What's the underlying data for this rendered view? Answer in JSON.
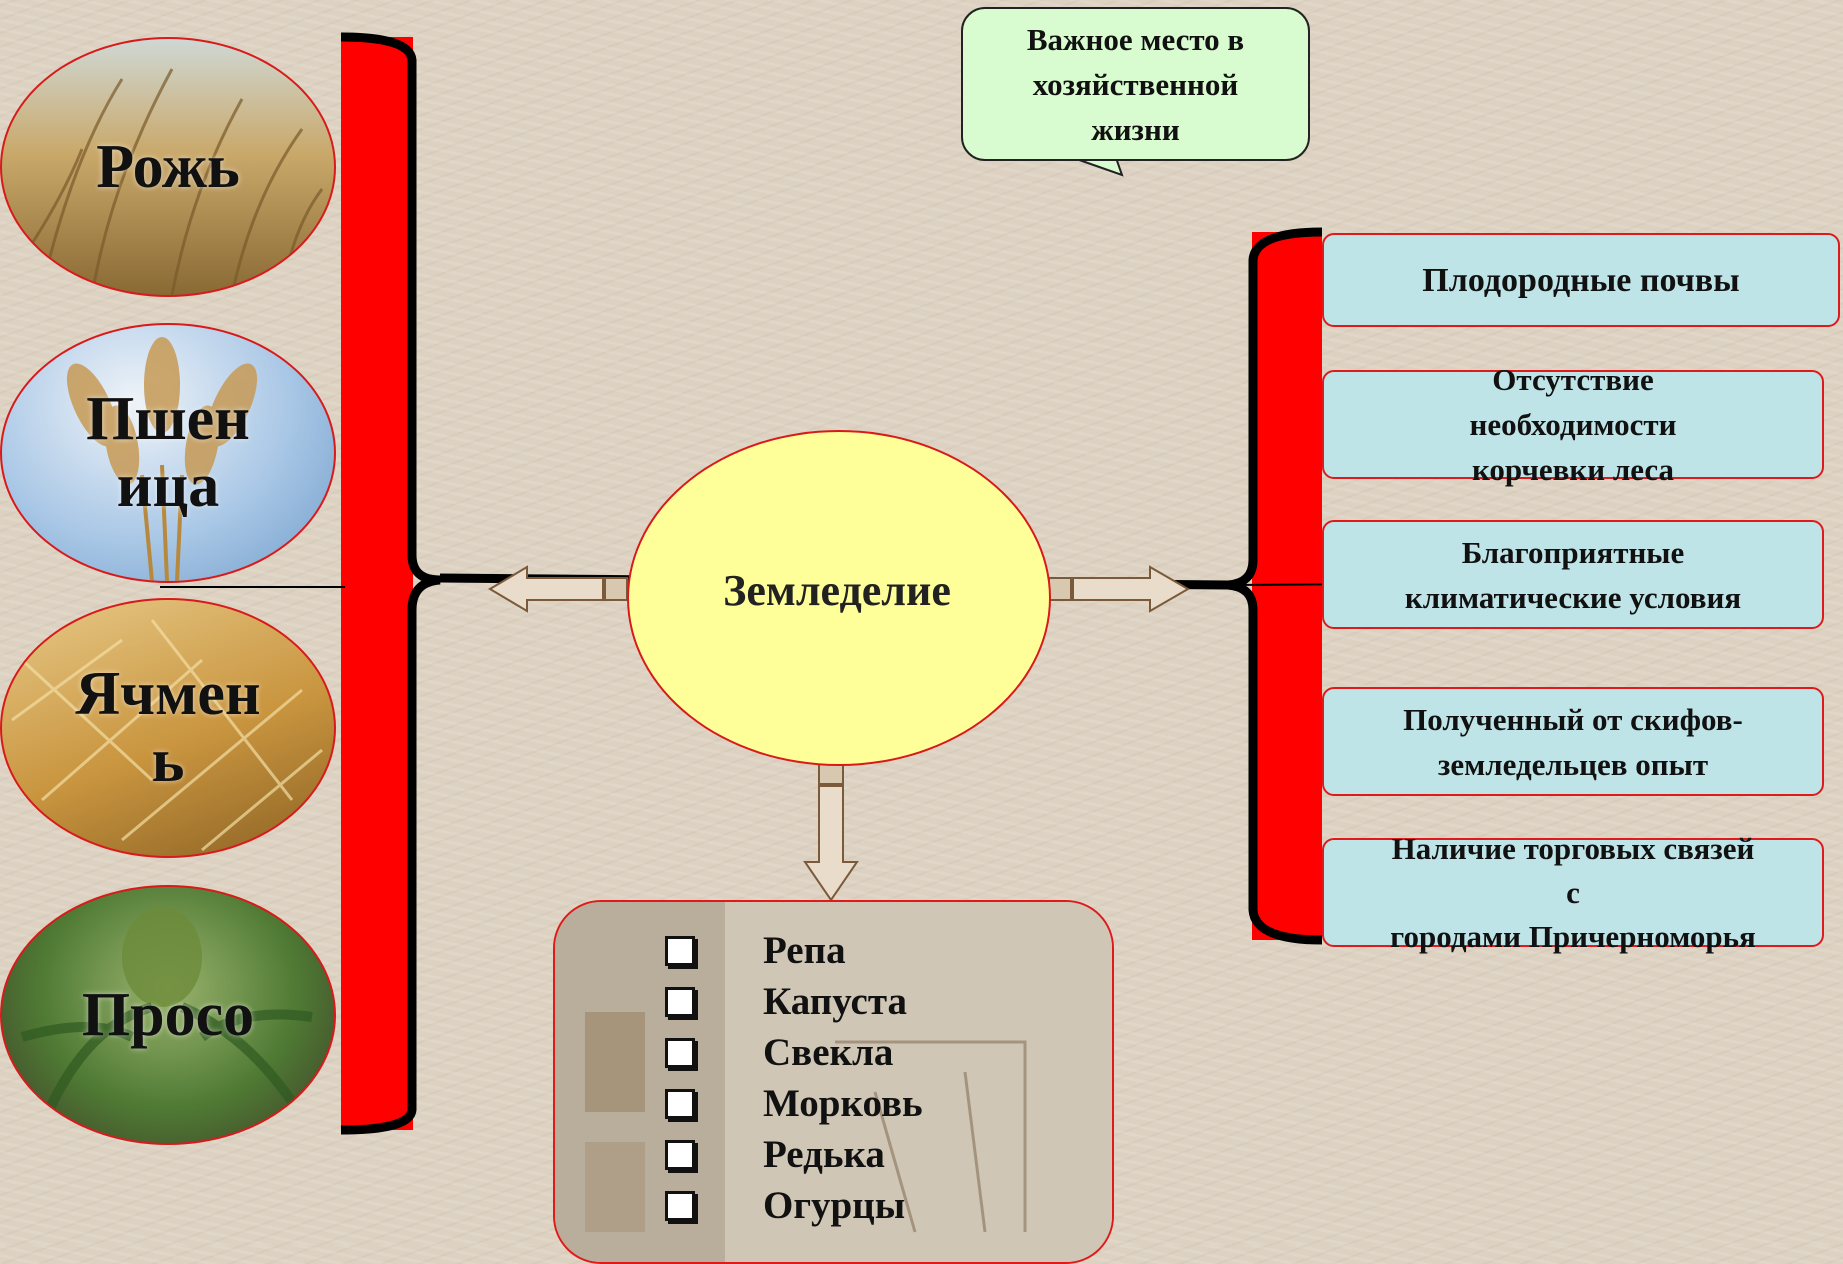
{
  "grains": [
    {
      "label": "Рожь",
      "image": "rye-photo"
    },
    {
      "label": "Пшен\nица",
      "image": "wheat-photo"
    },
    {
      "label": "Ячмен\nь",
      "image": "barley-photo"
    },
    {
      "label": "Просо",
      "image": "millet-photo"
    }
  ],
  "callout": {
    "text": "Важное место в\nхозяйственной\nжизни"
  },
  "center": {
    "label": "Земледелие"
  },
  "reasons": [
    "Плодородные почвы",
    "Отсутствие\nнеобходимости\nкорчевки леса",
    "Благоприятные\nклиматические условия",
    "Полученный от скифов-\nземледельцев опыт",
    "Наличие торговых связей\nс\nгородами Причерноморья"
  ],
  "vegetables": [
    "Репа",
    "Капуста",
    "Свекла",
    "Морковь",
    "Редька",
    "Огурцы"
  ],
  "colors": {
    "bracket": "#ff0000",
    "callout_bg": "#d9fbd0",
    "reason_bg": "#bfe4e8",
    "center_bg": "#ffff99",
    "border_red": "#e01a1a"
  }
}
